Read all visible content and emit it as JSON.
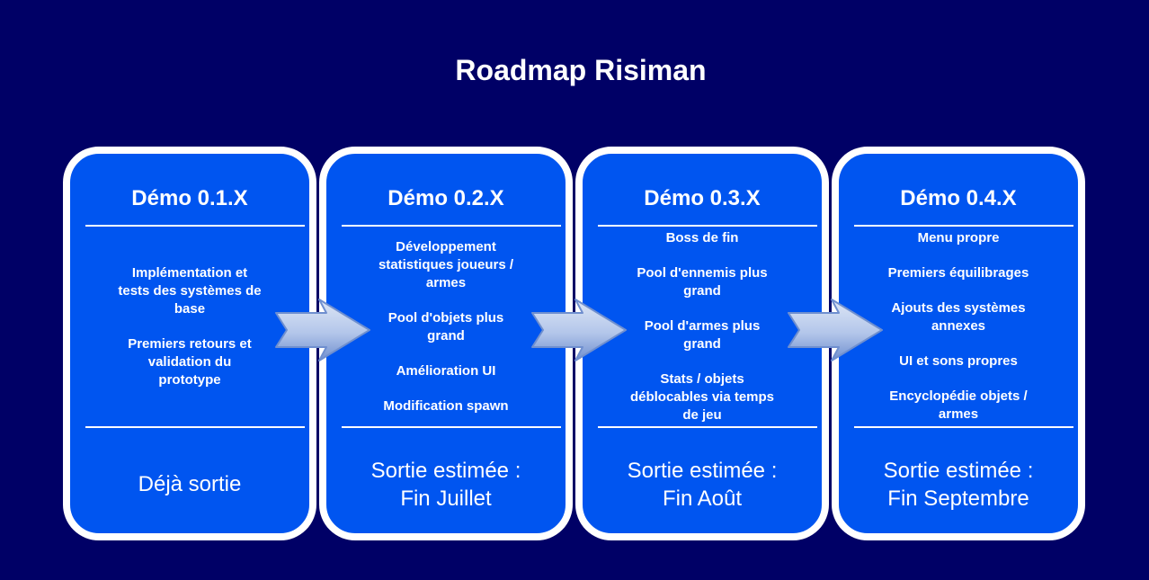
{
  "title": "Roadmap Risiman",
  "colors": {
    "background": "#000066",
    "card": "#0055f0",
    "card_border": "#ffffff",
    "arrow_light": "#dde6f5",
    "arrow_dark": "#6f8fcf"
  },
  "milestones": [
    {
      "title": "Démo 0.1.X",
      "items": [
        "Implémentation et tests des systèmes de base",
        "Premiers retours et validation du prototype"
      ],
      "release": [
        "Déjà sortie"
      ]
    },
    {
      "title": "Démo 0.2.X",
      "items": [
        "Développement statistiques joueurs / armes",
        "Pool d'objets plus grand",
        "Amélioration UI",
        "Modification spawn"
      ],
      "release": [
        "Sortie estimée :",
        "Fin Juillet"
      ]
    },
    {
      "title": "Démo 0.3.X",
      "items": [
        "Boss de fin",
        "Pool d'ennemis plus grand",
        "Pool d'armes plus grand",
        "Stats / objets déblocables via temps de jeu"
      ],
      "release": [
        "Sortie estimée :",
        "Fin Août"
      ]
    },
    {
      "title": "Démo 0.4.X",
      "items": [
        "Menu propre",
        "Premiers équilibrages",
        "Ajouts des systèmes annexes",
        "UI et sons propres",
        "Encyclopédie objets / armes"
      ],
      "release": [
        "Sortie estimée :",
        "Fin Septembre"
      ]
    }
  ]
}
